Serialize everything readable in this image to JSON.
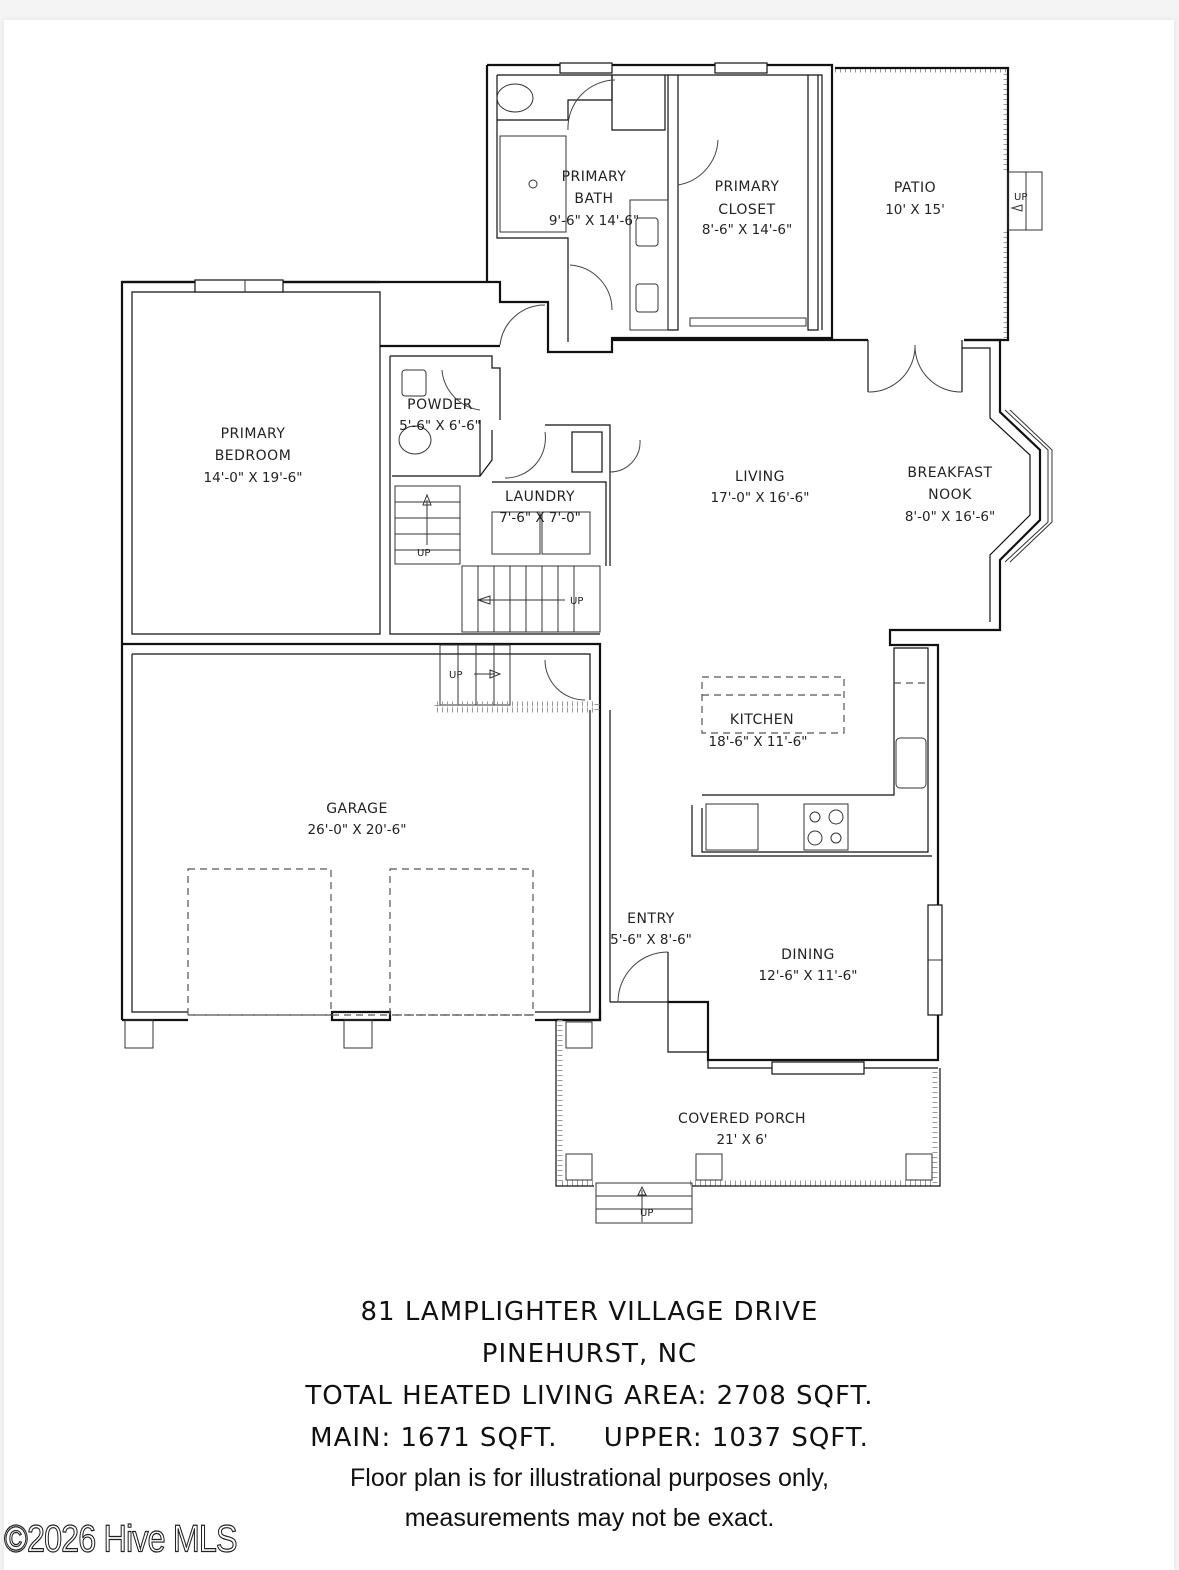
{
  "plan": {
    "rooms": [
      {
        "id": "primary-bath",
        "name_lines": [
          "PRIMARY",
          "BATH"
        ],
        "dims": "9'-6\" X 14'-6\""
      },
      {
        "id": "primary-closet",
        "name_lines": [
          "PRIMARY",
          "CLOSET"
        ],
        "dims": "8'-6\" X 14'-6\""
      },
      {
        "id": "patio",
        "name_lines": [
          "PATIO"
        ],
        "dims": "10' X 15'"
      },
      {
        "id": "primary-bedroom",
        "name_lines": [
          "PRIMARY",
          "BEDROOM"
        ],
        "dims": "14'-0\" X 19'-6\""
      },
      {
        "id": "powder",
        "name_lines": [
          "POWDER"
        ],
        "dims": "5'-6\" X 6'-6\""
      },
      {
        "id": "laundry",
        "name_lines": [
          "LAUNDRY"
        ],
        "dims": "7'-6\" X 7'-0\""
      },
      {
        "id": "living",
        "name_lines": [
          "LIVING"
        ],
        "dims": "17'-0\" X 16'-6\""
      },
      {
        "id": "breakfast-nook",
        "name_lines": [
          "BREAKFAST",
          "NOOK"
        ],
        "dims": "8'-0\" X 16'-6\""
      },
      {
        "id": "kitchen",
        "name_lines": [
          "KITCHEN"
        ],
        "dims": "18'-6\" X 11'-6\""
      },
      {
        "id": "garage",
        "name_lines": [
          "GARAGE"
        ],
        "dims": "26'-0\" X 20'-6\""
      },
      {
        "id": "entry",
        "name_lines": [
          "ENTRY"
        ],
        "dims": "5'-6\" X 8'-6\""
      },
      {
        "id": "dining",
        "name_lines": [
          "DINING"
        ],
        "dims": "12'-6\" X 11'-6\""
      },
      {
        "id": "covered-porch",
        "name_lines": [
          "COVERED PORCH"
        ],
        "dims": "21' X 6'"
      }
    ],
    "stair_label": "UP"
  },
  "caption": {
    "address": "81 LAMPLIGHTER VILLAGE DRIVE",
    "city": "PINEHURST, NC",
    "total_area": "TOTAL HEATED LIVING AREA: 2708 SQFT.",
    "main_upper": "MAIN: 1671 SQFT.     UPPER: 1037 SQFT.",
    "disclaimer_1": "Floor plan is for illustrational purposes only,",
    "disclaimer_2": "measurements may not be exact."
  },
  "watermark": "©2026 Hive MLS"
}
